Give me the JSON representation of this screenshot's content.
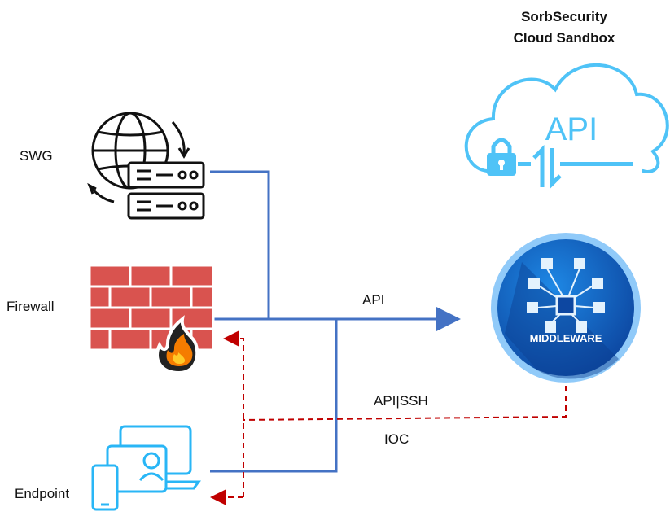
{
  "cloud": {
    "title_line1": "SorbSecurity",
    "title_line2": "Cloud Sandbox",
    "api_text": "API"
  },
  "nodes": {
    "swg": "SWG",
    "firewall": "Firewall",
    "endpoint": "Endpoint",
    "middleware": "MIDDLEWARE"
  },
  "links": {
    "api": "API",
    "api_ssh": "API|SSH",
    "ioc": "IOC"
  },
  "colors": {
    "blue_line": "#4472c4",
    "red_dashed": "#c00000",
    "cloud_blue": "#4fc3f7",
    "firewall_red": "#d9534f",
    "middleware_navy": "#1565c0"
  }
}
